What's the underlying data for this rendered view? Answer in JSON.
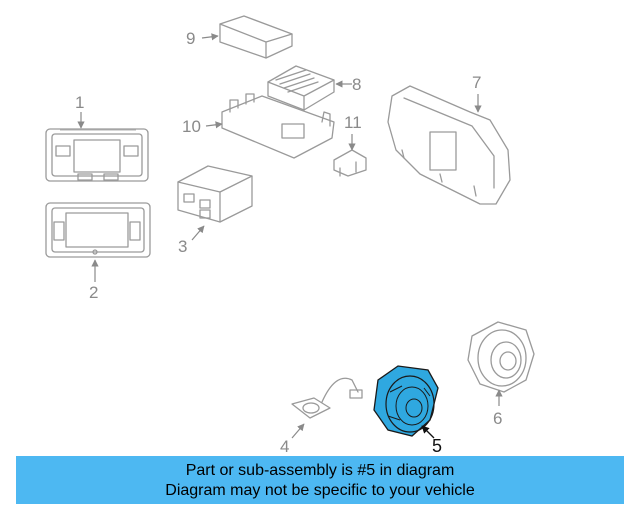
{
  "diagram": {
    "callouts": [
      "1",
      "2",
      "3",
      "4",
      "5",
      "6",
      "7",
      "8",
      "9",
      "10",
      "11"
    ],
    "highlighted_part": "5",
    "highlight_color": "#2fa8e0"
  },
  "banner": {
    "line1": "Part or sub-assembly is #5 in diagram",
    "line2": "Diagram may not be specific to your vehicle",
    "color": "#4db8f2"
  }
}
